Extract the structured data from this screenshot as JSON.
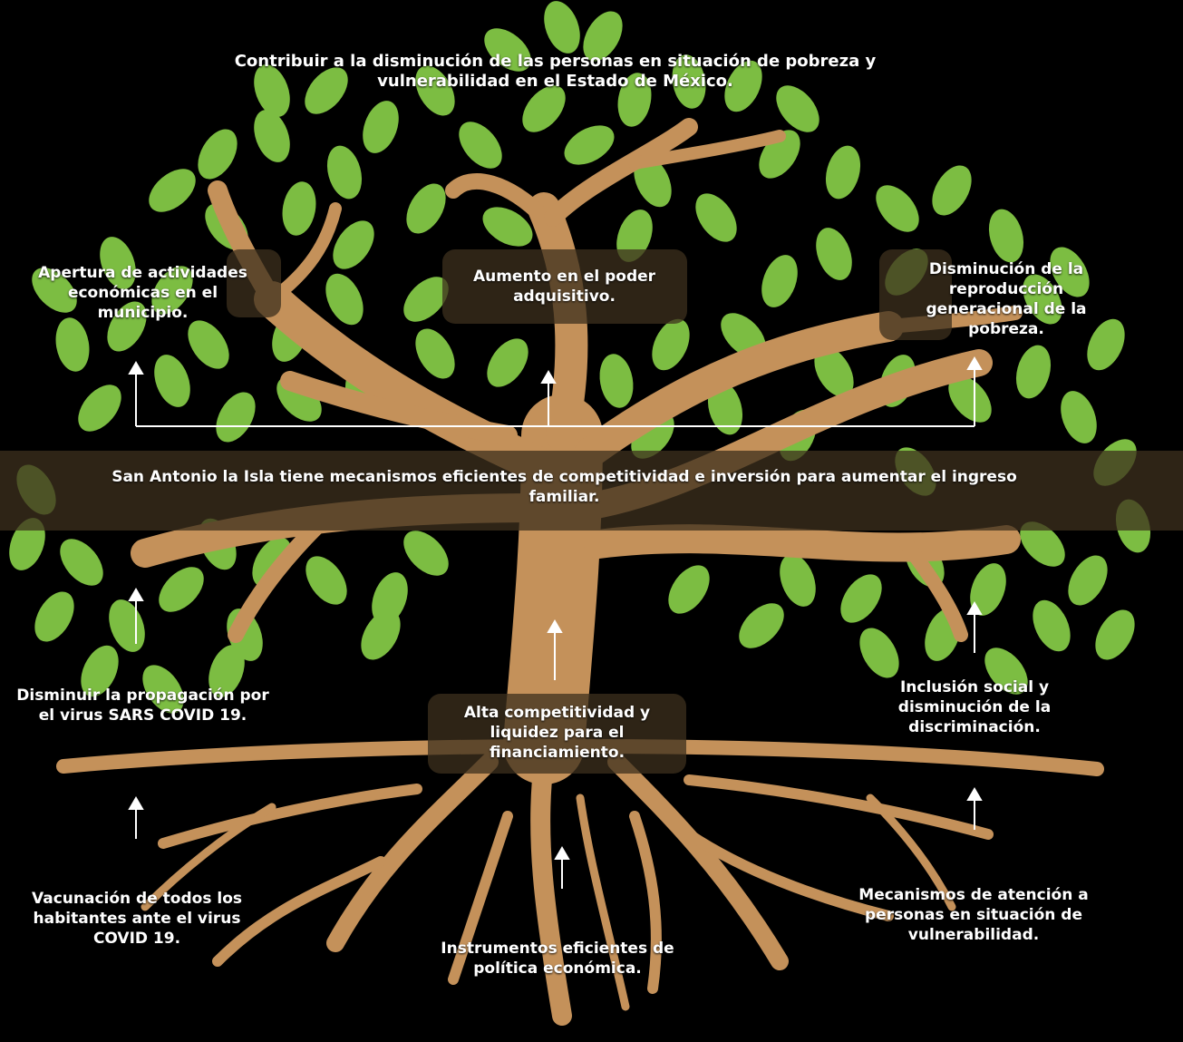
{
  "colors": {
    "background": "#000000",
    "leaf": "#7cbd42",
    "trunk": "#c4915a",
    "band": "#3e301e",
    "text": "#ffffff"
  },
  "goal": "Contribuir a la disminución de las personas en situación de pobreza y vulnerabilidad en el Estado de México.",
  "purpose": "San Antonio la Isla tiene mecanismos eficientes de competitividad e inversión para aumentar el ingreso familiar.",
  "effects": {
    "left": "Apertura de actividades económicas en el municipio.",
    "center": "Aumento en el poder adquisitivo.",
    "right": "Disminución de la reproducción generacional de la pobreza."
  },
  "components": {
    "left": "Disminuir la propagación por el virus SARS COVID 19.",
    "center": "Alta competitividad y liquidez para el financiamiento.",
    "right": "Inclusión social y disminución de la discriminación."
  },
  "activities": {
    "left": "Vacunación de todos los habitantes ante el virus COVID 19.",
    "center": "Instrumentos eficientes de política económica.",
    "right": "Mecanismos de atención a personas en situación de vulnerabilidad."
  }
}
